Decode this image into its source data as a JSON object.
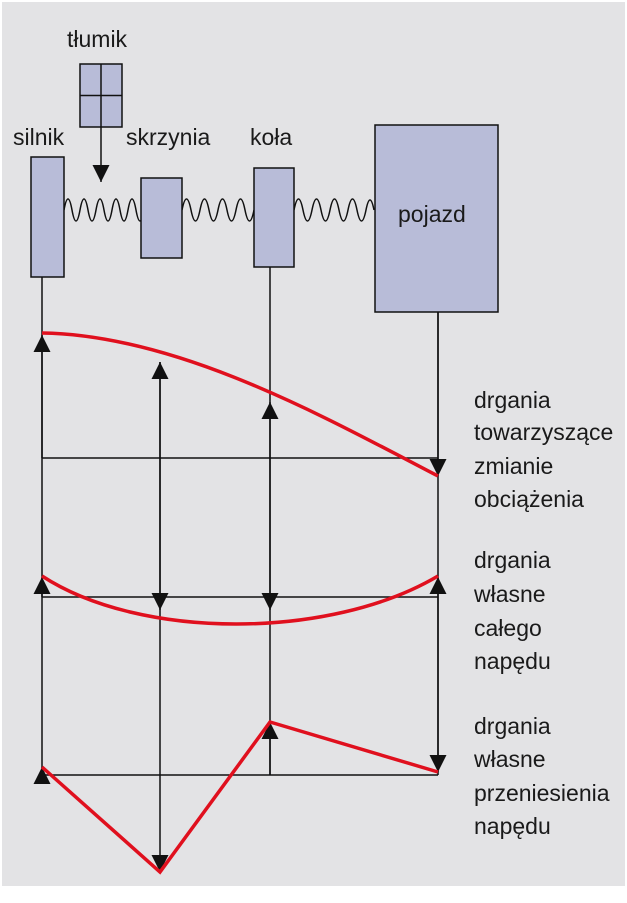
{
  "colors": {
    "background": "#e3e3e5",
    "box_fill": "#b8bcd8",
    "curve": "#e0101e",
    "line": "#111111"
  },
  "labels": {
    "damper": "tłumik",
    "engine": "silnik",
    "gearbox": "skrzynia",
    "wheels": "koła",
    "vehicle": "pojazd"
  },
  "modes": [
    {
      "lines": [
        "drgania",
        "towarzyszące",
        "zmianie",
        "obciążenia"
      ]
    },
    {
      "lines": [
        "drgania",
        "własne",
        "całego",
        "napędu"
      ]
    },
    {
      "lines": [
        "drgania",
        "własne",
        "przeniesienia",
        "napędu"
      ]
    }
  ]
}
